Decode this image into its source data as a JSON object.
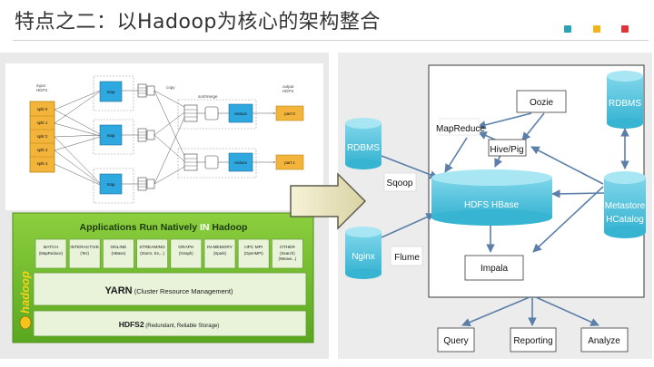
{
  "slide": {
    "title": "特点之二：以Hadoop为核心的架构整合",
    "dots": [
      "#2aa3b9",
      "#f2b318",
      "#e0343c"
    ]
  },
  "mapreduce_flow": {
    "input_label": "input\nHDFS",
    "output_label": "output\nHDFS",
    "splits": [
      "split 0",
      "split 1",
      "split 2",
      "split 3",
      "split 4"
    ],
    "map_label": "map",
    "copy_label": "copy",
    "sortmerge_label": "sort/merge",
    "reduce_label": "reduce",
    "parts": [
      "part 0",
      "part 1"
    ]
  },
  "hadoop_stack": {
    "header": "Applications Run Natively IN Hadoop",
    "logo": "hadoop",
    "apps": [
      {
        "name": "BATCH",
        "sub": "(MapReduce)"
      },
      {
        "name": "INTERACTIVE",
        "sub": "(Tez)"
      },
      {
        "name": "ONLINE",
        "sub": "(HBase)"
      },
      {
        "name": "STREAMING",
        "sub": "(Storm, S4,...)"
      },
      {
        "name": "GRAPH",
        "sub": "(Giraph)"
      },
      {
        "name": "IN-MEMORY",
        "sub": "(Spark)"
      },
      {
        "name": "HPC MPI",
        "sub": "(OpenMPI)"
      },
      {
        "name": "OTHER",
        "sub": "(Search)\n(Weave...)"
      }
    ],
    "yarn_bold": "YARN",
    "yarn_rest": " (Cluster Resource Management)",
    "hdfs_bold": "HDFS2",
    "hdfs_rest": " (Redundant, Reliable Storage)"
  },
  "architecture": {
    "rdbms_left": "RDBMS",
    "sqoop": "Sqoop",
    "nginx": "Nginx",
    "flume": "Flume",
    "mapreduce": "MapReduce",
    "oozie": "Oozie",
    "hivepig": "Hive/Pig",
    "hdfs_hbase": "HDFS HBase",
    "impala": "Impala",
    "rdbms_right": "RDBMS",
    "metastore": "Metastore",
    "hcatalog": "HCatalog",
    "query": "Query",
    "reporting": "Reporting",
    "analyze": "Analyze"
  }
}
